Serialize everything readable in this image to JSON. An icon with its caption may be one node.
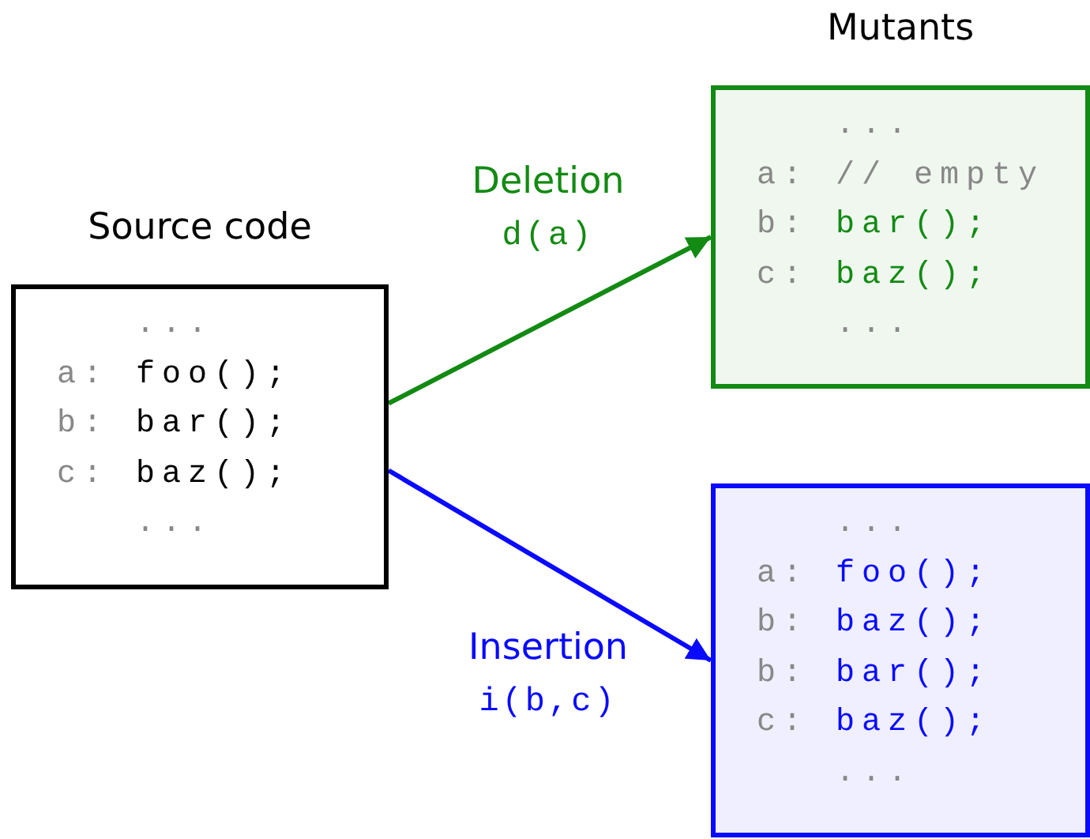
{
  "diagram": {
    "nodes": [
      {
        "text": [
          "Source code",
          "...",
          "a: foo();",
          "b: bar();",
          "c: baz();",
          "..."
        ]
      },
      {
        "text": [
          "...",
          "a: // empty",
          "b: bar();",
          "c: baz();",
          "..."
        ]
      },
      {
        "text": [
          "...",
          "a: foo();",
          "b: baz();",
          "b: bar();",
          "c: baz();",
          "..."
        ]
      }
    ],
    "edges": [
      {
        "from": 0,
        "to": 1,
        "arrow": "to",
        "label": "Deletion",
        "color": "#138a13"
      },
      {
        "from": 0,
        "to": 2,
        "arrow": "to",
        "label": "Insertion",
        "color": "#0a0aff"
      }
    ],
    "labels": [
      "Mutants",
      "d(a)",
      "i(b,c)"
    ]
  }
}
